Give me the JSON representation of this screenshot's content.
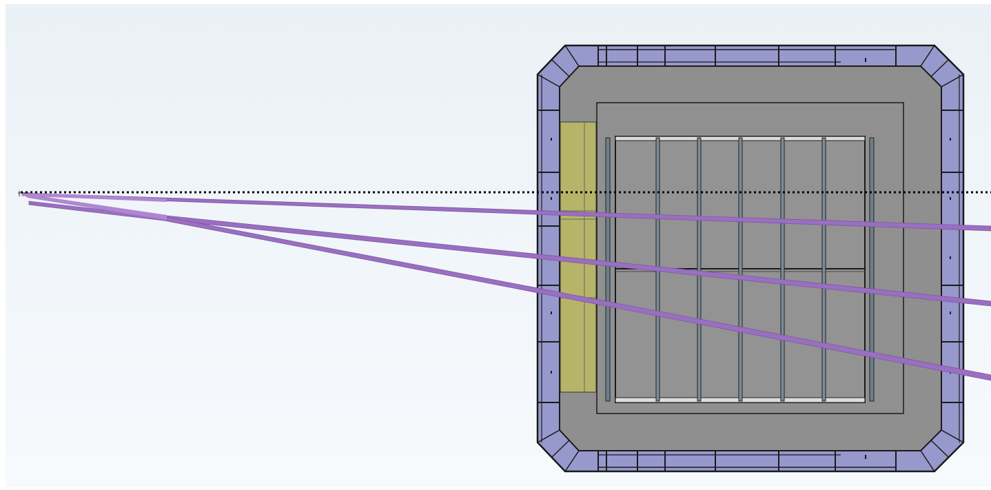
{
  "viewport": {
    "background_top": "#eaf1f6",
    "background_bottom": "#f7fafd",
    "edge_color": "#ffffff"
  },
  "colors": {
    "shield_frame": "#9798cc",
    "shield_frame_inner": "#8e8fc6",
    "outline": "#1a1a1a",
    "concrete": "#8f8f8f",
    "concrete_inner": "#909090",
    "detector_cell": "#939393",
    "absorber": "#b6b468",
    "absorber_dark": "#a8a65e",
    "beam_track": "#9a6fc0",
    "beam_track_light": "#b086d2",
    "beam_axis": "#000000",
    "post": "#6f7f8a"
  },
  "scene": {
    "beam_axis_style": "dotted",
    "track_count": 3,
    "detector_columns": 6,
    "detector_rows": 2,
    "icons": [
      "beam-source-icon"
    ]
  }
}
